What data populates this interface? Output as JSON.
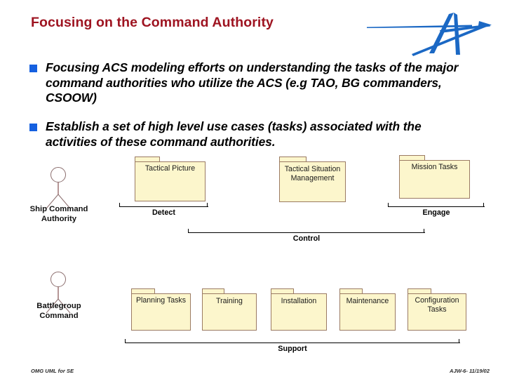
{
  "slide": {
    "title": "Focusing on the Command Authority",
    "title_color": "#9E1421",
    "background": "#ffffff"
  },
  "logo": {
    "name": "raytheon-style-a-logo",
    "color": "#1B68C4"
  },
  "bullets": [
    {
      "marker_color": "#1560E0",
      "text": "Focusing ACS modeling efforts on understanding the tasks of the major command authorities who utilize the ACS (e.g TAO, BG commanders, CSOOW)"
    },
    {
      "marker_color": "#1560E0",
      "text": "Establish a set of high level use cases (tasks) associated with the activities of these command authorities."
    }
  ],
  "diagram": {
    "type": "uml-use-case-package-diagram",
    "package_fill": "#FCF6CC",
    "package_border": "#9B7B63",
    "actors": [
      {
        "label": "Ship Command\nAuthority"
      },
      {
        "label": "Battlegroup\nCommand"
      }
    ],
    "packages": [
      {
        "label": "Tactical Picture"
      },
      {
        "label": "Tactical Situation\nManagement"
      },
      {
        "label": "Mission Tasks"
      },
      {
        "label": "Planning Tasks"
      },
      {
        "label": "Training"
      },
      {
        "label": "Installation"
      },
      {
        "label": "Maintenance"
      },
      {
        "label": "Configuration\nTasks"
      }
    ],
    "brackets": [
      {
        "label": "Detect"
      },
      {
        "label": "Engage"
      },
      {
        "label": "Control"
      },
      {
        "label": "Support"
      }
    ]
  },
  "footer": {
    "left": "OMG UML for SE",
    "right": "AJW-6- 11/19/02"
  }
}
